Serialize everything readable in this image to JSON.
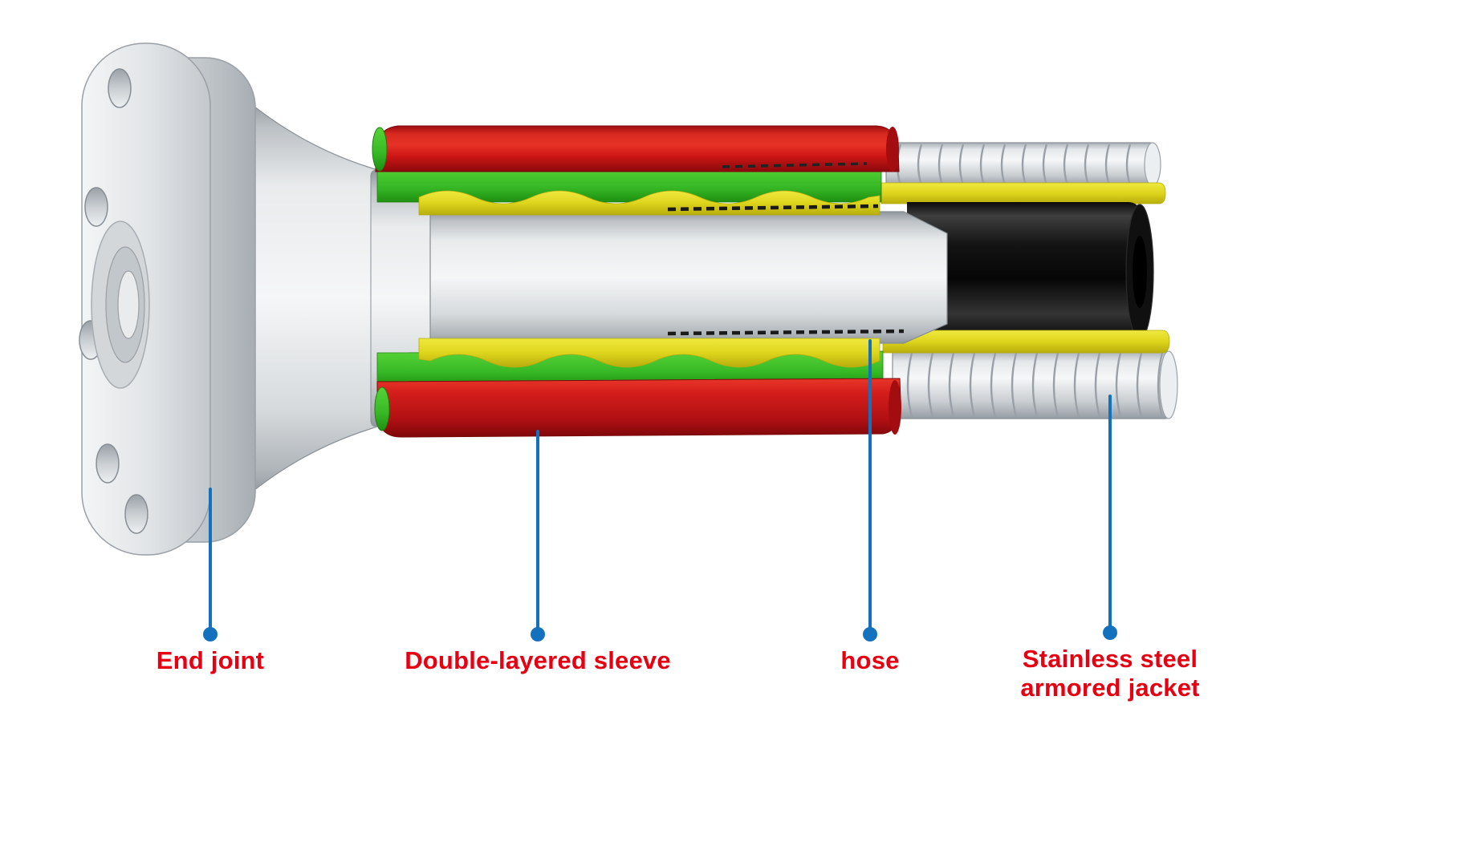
{
  "colors": {
    "label_text": "#e60012",
    "leader_line": "#1471bd",
    "sleeve_red": "#cf1717",
    "layer_green": "#38bc27",
    "layer_yellow": "#ddd41c",
    "hose_black": "#111111",
    "metal_gray": "#e9ebec",
    "background": "#ffffff"
  },
  "labels": [
    {
      "id": "end-joint",
      "text": "End joint"
    },
    {
      "id": "double-layered-sleeve",
      "text": "Double-layered sleeve"
    },
    {
      "id": "hose",
      "text": "hose"
    },
    {
      "id": "armored-jacket",
      "text": "Stainless steel\narmored jacket"
    }
  ]
}
